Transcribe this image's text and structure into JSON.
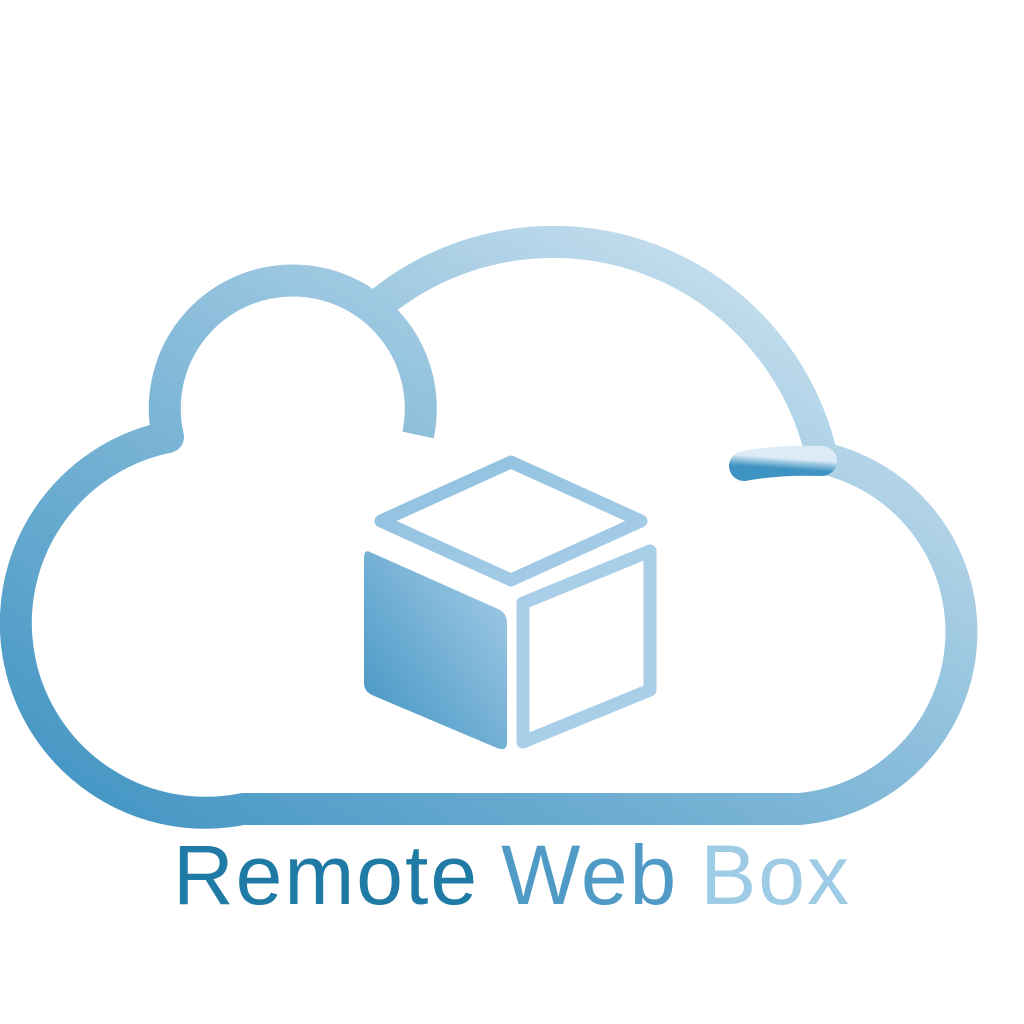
{
  "brand": {
    "words": [
      "Remote",
      "Web",
      "Box"
    ],
    "word_colors": [
      "#1f7aa5",
      "#4f9bc6",
      "#9ecbe6"
    ]
  },
  "icons": {
    "cloud": "cloud-outline-icon",
    "box": "cube-box-icon"
  },
  "colors": {
    "cloud_dark": "#3f93c2",
    "cloud_mid": "#8fc0dc",
    "cloud_light": "#d6e8f4",
    "cube_dark": "#4596c3",
    "cube_light": "#a7cbe6"
  }
}
